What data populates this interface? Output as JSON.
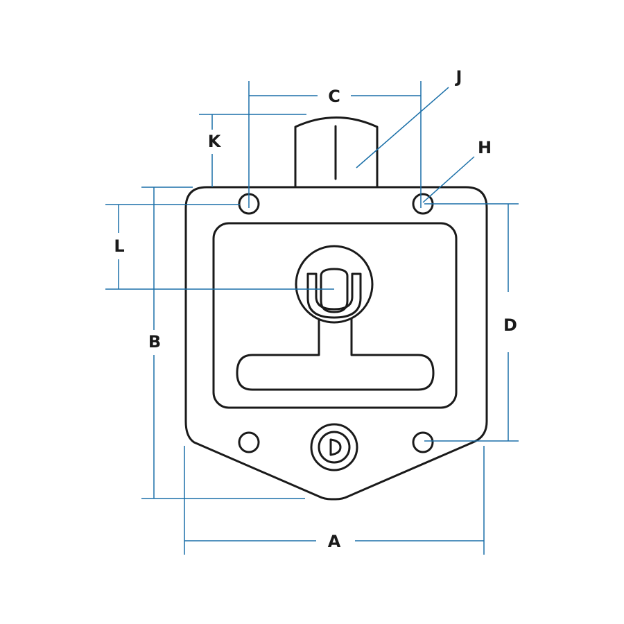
{
  "labels": {
    "A": "A",
    "B": "B",
    "C": "C",
    "D": "D",
    "H": "H",
    "J": "J",
    "K": "K",
    "L": "L"
  },
  "colors": {
    "outline": "#1a1a1a",
    "dimension_lines": "#1a6fa8",
    "background": "#ffffff"
  }
}
